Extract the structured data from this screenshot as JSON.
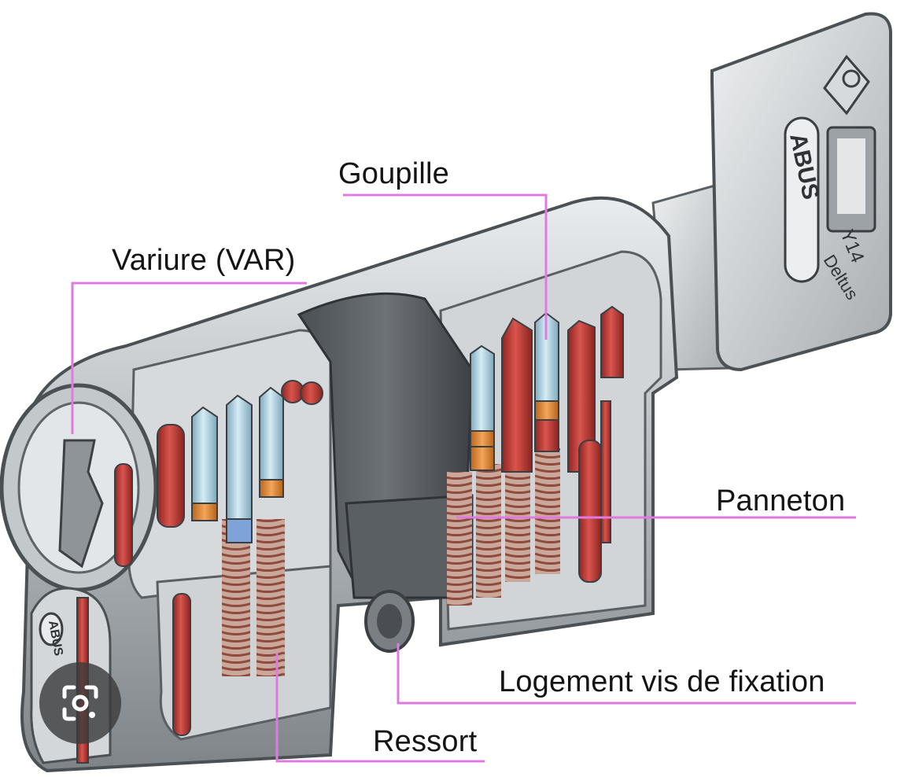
{
  "diagram": {
    "labels": {
      "goupille": "Goupille",
      "variure": "Variure (VAR)",
      "panneton": "Panneton",
      "logement": "Logement vis de fixation",
      "ressort": "Ressort"
    },
    "key_markings": {
      "brand": "ABUS",
      "model": "Y14",
      "line": "Deltus",
      "front_brand": "ABUS"
    }
  },
  "colors": {
    "leader_line": "#e07ae0",
    "metal": "#b4b9bd",
    "pin_red": "#c23a35",
    "pin_blue": "#a9cfe0",
    "pin_orange": "#e8923a",
    "spring": "#b06a55"
  },
  "overlay": {
    "icon": "google-lens-icon"
  }
}
